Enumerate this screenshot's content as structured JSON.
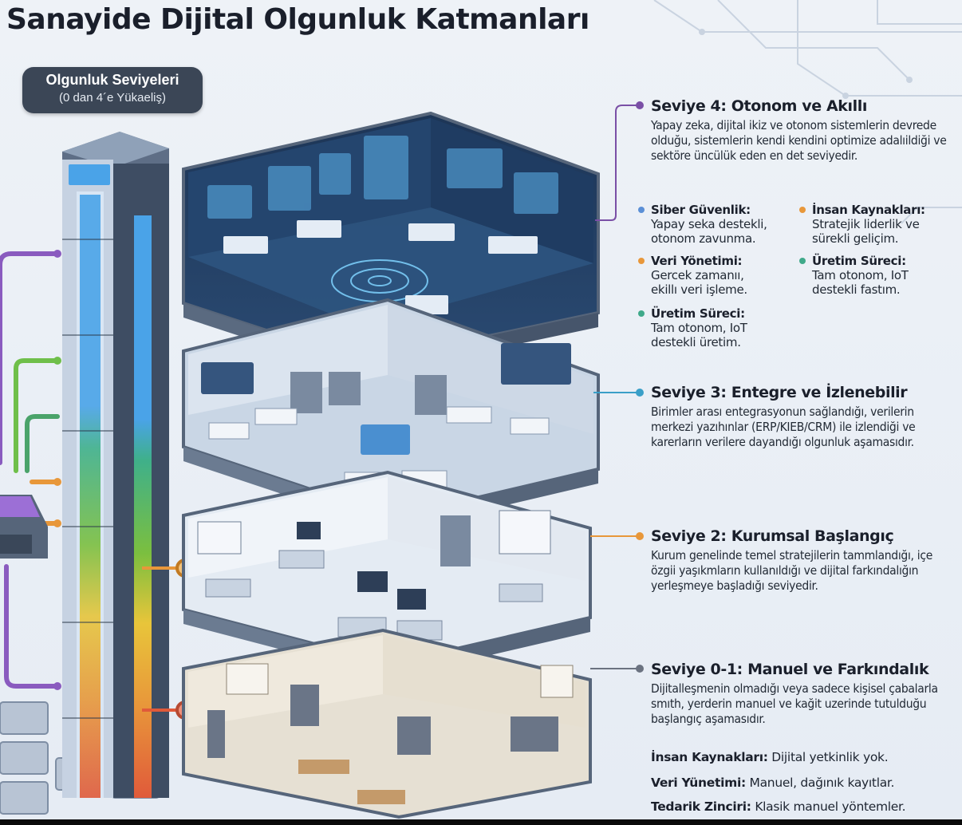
{
  "title": "Sanayide Dijital Olgunluk Katmanları",
  "badge": {
    "title": "Olgunluk Seviyeleri",
    "subtitle": "(0 dan 4´e Yükaeliş)"
  },
  "colors": {
    "level4": "#7a4fa6",
    "level3": "#3a9fc8",
    "level2": "#e8973a",
    "level01": "#6b7280",
    "bullet_blue": "#5b8fd6",
    "bullet_orange": "#e8973a",
    "bullet_teal": "#3fa98a",
    "tower_scale": [
      "#4aa3e8",
      "#56b3e0",
      "#3fb08a",
      "#7bbf3f",
      "#e8c53a",
      "#e8973a",
      "#e05a3a"
    ]
  },
  "levels": {
    "l4": {
      "heading": "Seviye 4: Otonom ve Akıllı",
      "body": "Yapay zeka, dijital ikiz ve otonom sistemlerin devrede olduğu, sistemlerin kendi kendini optimize adalıildiği ve sektöre üncülük eden en det seviyedir.",
      "items": [
        {
          "title": "Siber Güvenlik:",
          "text": "Yapay seka destekli, otonom zavunma.",
          "color": "blue"
        },
        {
          "title": "İnsan Kaynakları:",
          "text": "Stratejik liderlik ve sürekli geliçim.",
          "color": "orange"
        },
        {
          "title": "Veri Yönetimi:",
          "text": "Gercek zamanıı, ekillı veri işleme.",
          "color": "orange"
        },
        {
          "title": "Üretim Süreci:",
          "text": "Tam otonom, IoT destekli fastım.",
          "color": "teal"
        },
        {
          "title": "Üretim Süreci:",
          "text": "Tam otonom, IoT destekli üretim.",
          "color": "teal"
        }
      ]
    },
    "l3": {
      "heading": "Seviye 3: Entegre ve İzlenebilir",
      "body": "Birimler arası entegrasyonun sağlandığı, verilerin merkezi yazıhınlar (ERP/KIEB/CRM) ile izlendiği ve karerların verilere dayandığı olgunluk aşamasıdır."
    },
    "l2": {
      "heading": "Seviye 2: Kurumsal Başlangıç",
      "body": "Kurum genelinde temel stratejilerin tammlandığı, içe özgii yaşıkmların kullanıldığı ve dijital farkındalığın yerleşmeye başladığı seviyedir."
    },
    "l01": {
      "heading": "Seviye 0-1: Manuel ve Farkındalık",
      "body": "Dijitalleşmenin olmadığı veya sadece kişisel çabalarla smıth, yerderin manuel ve kağit uzerinde tutulduğu başlangıç aşamasıdır.",
      "facts": [
        {
          "key": "İnsan Kaynakları:",
          "value": " Dijital yetkinlik yok."
        },
        {
          "key": "Veri Yünetimi:",
          "value": " Manuel, dağınık kayıtlar."
        },
        {
          "key": "Tedarik Zinciri:",
          "value": " Klasik manuel yöntemler."
        }
      ]
    }
  }
}
